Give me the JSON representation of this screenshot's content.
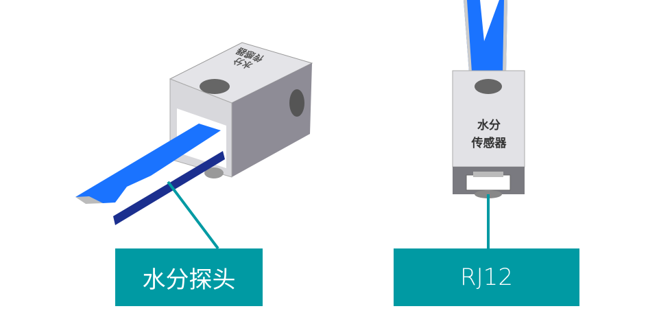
{
  "labels": {
    "probe": "水分探头",
    "connector": "RJ12"
  },
  "sensor_text": {
    "line1": "水分",
    "line2": "传感器"
  },
  "colors": {
    "teal": "#009aa3",
    "blue": "#1a73ff",
    "dark_blue": "#1b2f8f",
    "metal": "#d8d8dc"
  }
}
